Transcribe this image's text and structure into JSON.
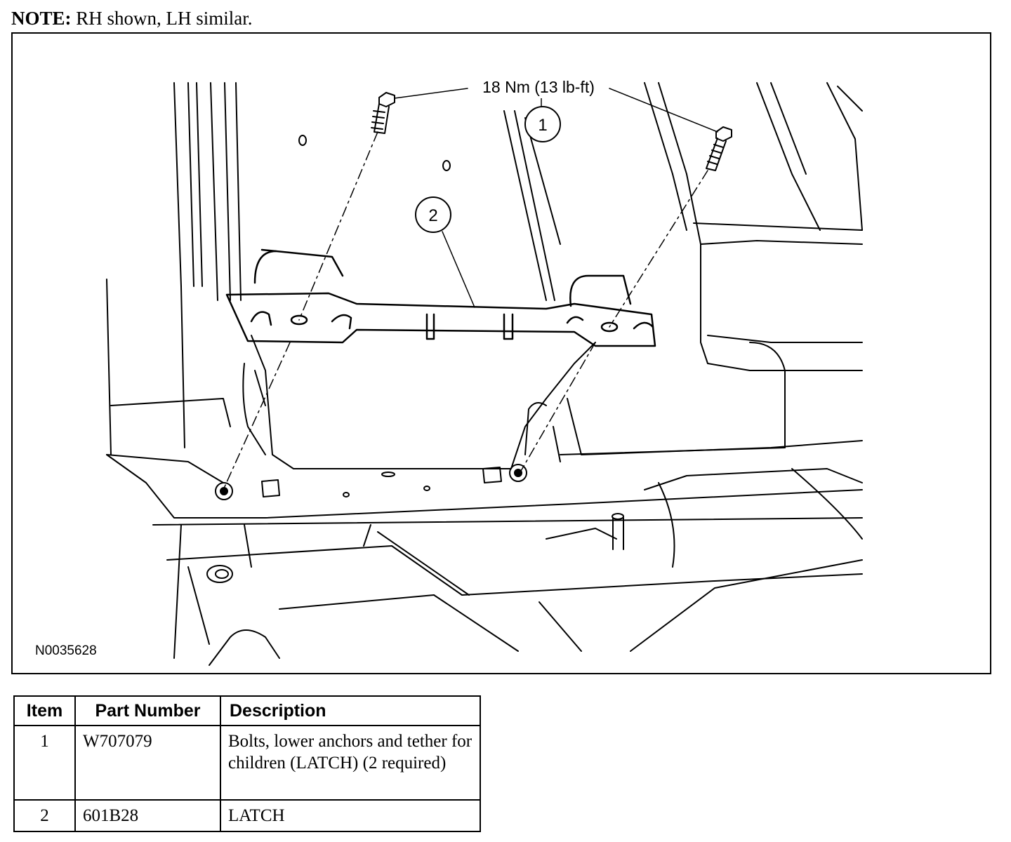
{
  "note": {
    "label": "NOTE:",
    "text": "RH shown, LH similar."
  },
  "figure": {
    "torque_callout": "18 Nm (13 lb-ft)",
    "callouts": [
      "1",
      "2"
    ],
    "figure_id": "N0035628"
  },
  "table": {
    "headers": {
      "item": "Item",
      "part_number": "Part Number",
      "description": "Description"
    },
    "rows": [
      {
        "item": "1",
        "part_number": "W707079",
        "description": "Bolts, lower anchors and tether for children (LATCH) (2 required)"
      },
      {
        "item": "2",
        "part_number": "601B28",
        "description": "LATCH"
      }
    ]
  }
}
